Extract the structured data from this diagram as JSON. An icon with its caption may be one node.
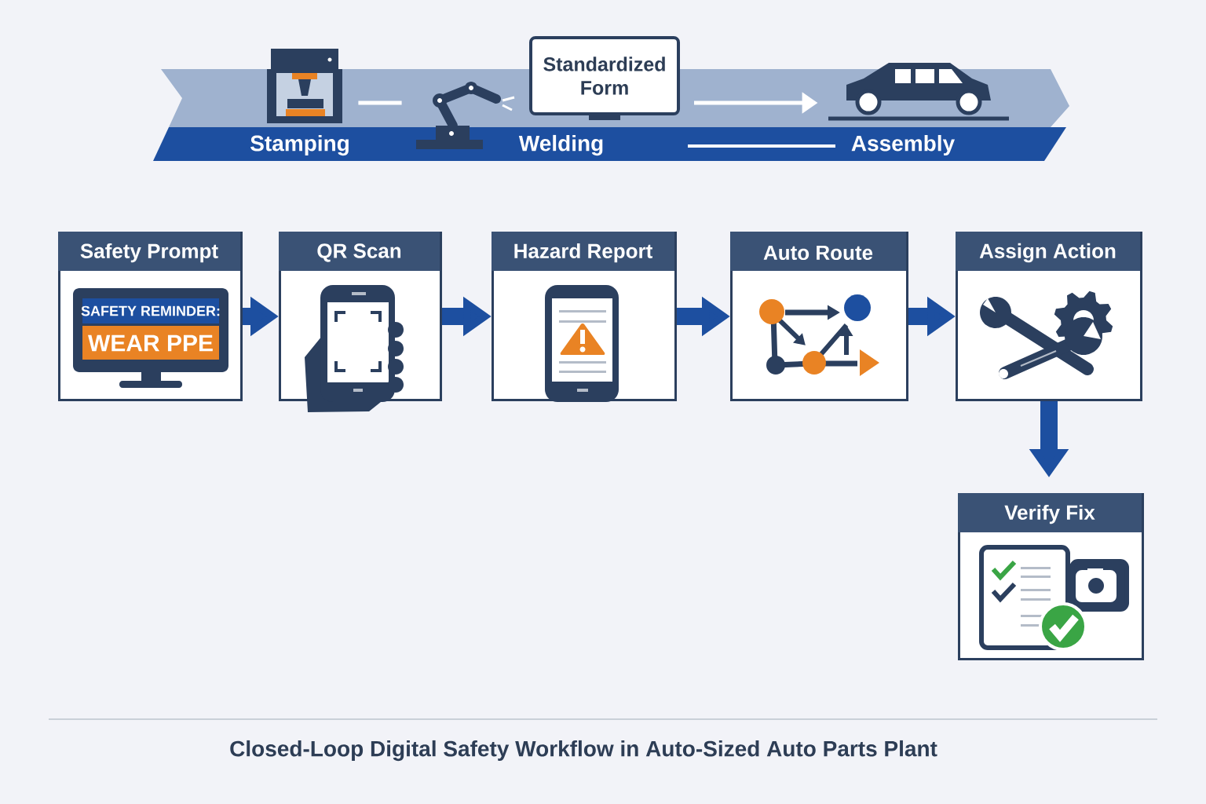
{
  "diagram": {
    "caption": "Closed-Loop Digital Safety Workflow in Auto-Sized Auto Parts Plant",
    "nodes": [
      {
        "text": [],
        "shape": "picture",
        "beside": [
          "Stamping"
        ]
      },
      {
        "text": [],
        "shape": "picture",
        "beside": [
          "Welding"
        ]
      },
      {
        "text": [
          "Standardized Form"
        ]
      },
      {
        "text": [],
        "shape": "picture",
        "beside": [
          "Assembly"
        ]
      },
      {
        "text": [
          "Safety Prompt"
        ]
      },
      {
        "text": [
          "SAFETY REMINDER:",
          "WEAR PPE"
        ],
        "in": 4
      },
      {
        "text": [
          "QR Scan"
        ]
      },
      {
        "text": [
          "Hazard Report"
        ]
      },
      {
        "text": [
          "Auto Route"
        ]
      },
      {
        "text": [
          "Assign Action"
        ]
      },
      {
        "text": [
          "Verify Fix"
        ]
      }
    ],
    "edges": [
      {
        "from": 0,
        "to": 1,
        "arrow": "none",
        "color": "#ffffff"
      },
      {
        "from": 2,
        "to": 3,
        "arrow": "to",
        "color": "#ffffff"
      },
      {
        "from": 4,
        "to": 6,
        "arrow": "to"
      },
      {
        "from": 6,
        "to": 7,
        "arrow": "to"
      },
      {
        "from": 7,
        "to": 8,
        "arrow": "to"
      },
      {
        "from": 8,
        "to": 9,
        "arrow": "to"
      },
      {
        "from": 9,
        "to": 10,
        "arrow": "to"
      }
    ]
  }
}
